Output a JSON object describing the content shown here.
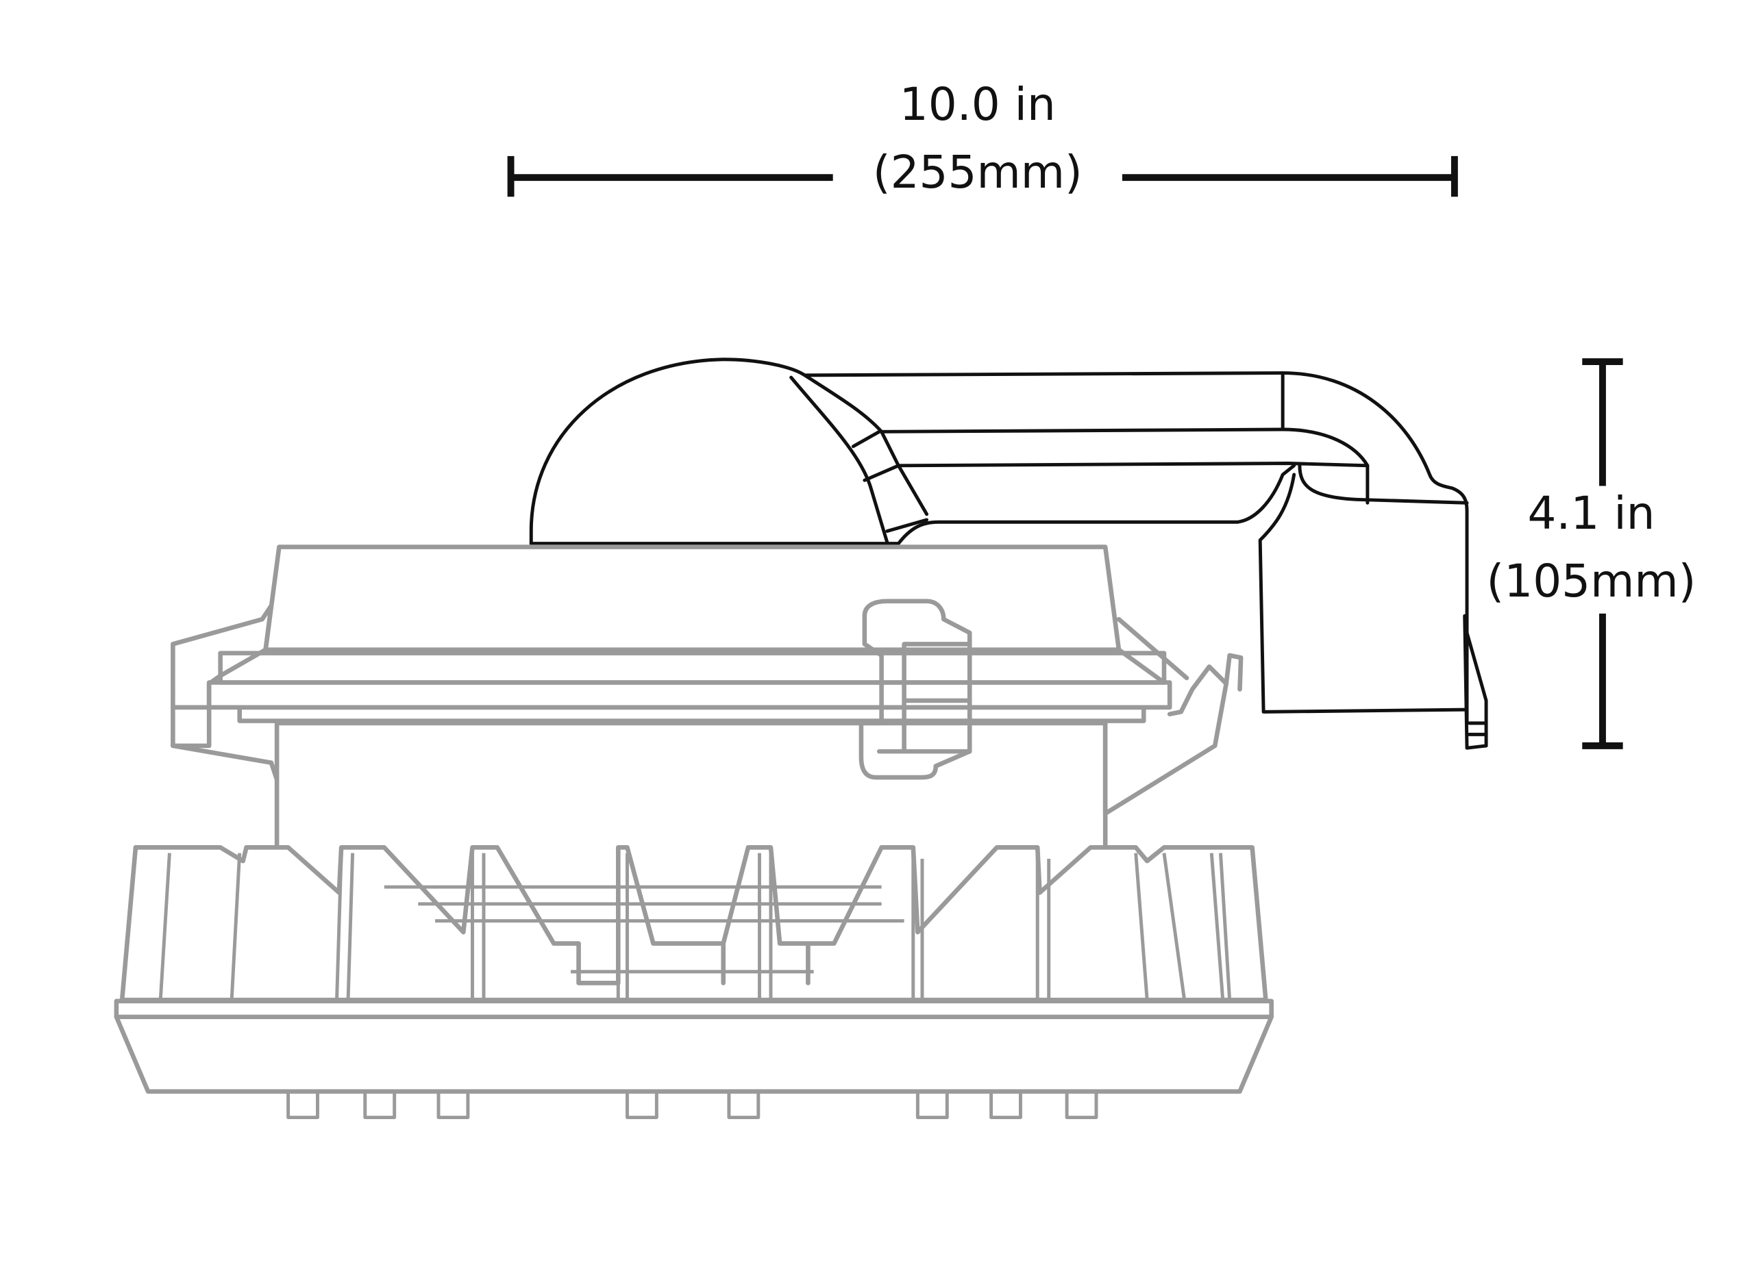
{
  "dimensions": {
    "width": {
      "imperial": "10.0 in",
      "metric": "(255mm)"
    },
    "height": {
      "imperial": "4.1 in",
      "metric": "(105mm)"
    }
  },
  "colors": {
    "outline_primary": "#111111",
    "outline_secondary": "#9a9a9a",
    "background": "#ffffff"
  }
}
